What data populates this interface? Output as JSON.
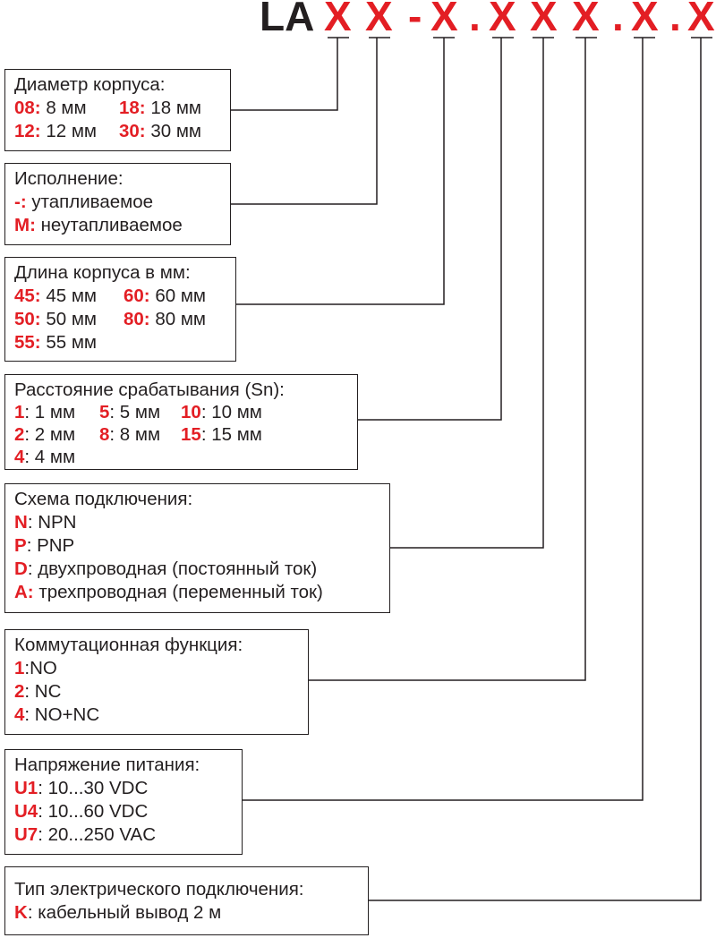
{
  "code": {
    "prefix": "LA",
    "parts": [
      "X",
      "X",
      "-",
      "X",
      ".",
      "X",
      "X",
      "X",
      ".",
      "X",
      ".",
      "X"
    ]
  },
  "boxes": [
    {
      "title": "Диаметр корпуса:",
      "rows": [
        [
          {
            "k": "08:",
            "v": " 8 мм"
          },
          {
            "k": "18:",
            "v": " 18 мм"
          }
        ],
        [
          {
            "k": "12:",
            "v": " 12 мм"
          },
          {
            "k": "30:",
            "v": " 30 мм"
          }
        ]
      ]
    },
    {
      "title": "Исполнение:",
      "rows": [
        [
          {
            "k": "-:",
            "v": " утапливаемое"
          }
        ],
        [
          {
            "k": "M:",
            "v": " неутапливаемое"
          }
        ]
      ]
    },
    {
      "title": "Длина корпуса в мм:",
      "rows": [
        [
          {
            "k": "45:",
            "v": " 45 мм"
          },
          {
            "k": "60:",
            "v": " 60 мм"
          }
        ],
        [
          {
            "k": "50:",
            "v": " 50 мм"
          },
          {
            "k": "80:",
            "v": " 80 мм"
          }
        ],
        [
          {
            "k": "55:",
            "v": " 55 мм"
          }
        ]
      ]
    },
    {
      "title": "Расстояние срабатывания (Sn):",
      "rows": [
        [
          {
            "k": "1",
            "v": ": 1 мм"
          },
          {
            "k": "5",
            "v": ": 5 мм"
          },
          {
            "k": "10",
            "v": ": 10 мм"
          }
        ],
        [
          {
            "k": "2",
            "v": ": 2 мм"
          },
          {
            "k": "8",
            "v": ": 8 мм"
          },
          {
            "k": "15",
            "v": ": 15 мм"
          }
        ],
        [
          {
            "k": "4",
            "v": ": 4 мм"
          }
        ]
      ]
    },
    {
      "title": "Схема подключения:",
      "rows": [
        [
          {
            "k": "N",
            "v": ": NPN"
          }
        ],
        [
          {
            "k": "P",
            "v": ": PNP"
          }
        ],
        [
          {
            "k": "D",
            "v": ": двухпроводная (постоянный ток)"
          }
        ],
        [
          {
            "k": "A:",
            "v": " трехпроводная (переменный ток)"
          }
        ]
      ]
    },
    {
      "title": "Коммутационная функция:",
      "rows": [
        [
          {
            "k": "1",
            "v": ":NO"
          }
        ],
        [
          {
            "k": "2",
            "v": ": NC"
          }
        ],
        [
          {
            "k": "4",
            "v": ": NO+NC"
          }
        ]
      ]
    },
    {
      "title": "Напряжение питания:",
      "rows": [
        [
          {
            "k": "U1",
            "v": ": 10...30 VDC"
          }
        ],
        [
          {
            "k": "U4",
            "v": ": 10...60 VDC"
          }
        ],
        [
          {
            "k": "U7",
            "v": ": 20...250 VAC"
          }
        ]
      ]
    },
    {
      "title": "Тип электрического подключения:",
      "rows": [
        [
          {
            "k": "K",
            "v": ": кабельный вывод 2 м"
          }
        ]
      ]
    }
  ],
  "colors": {
    "accent": "#e31e24",
    "text": "#231f20",
    "line": "#231f20"
  }
}
